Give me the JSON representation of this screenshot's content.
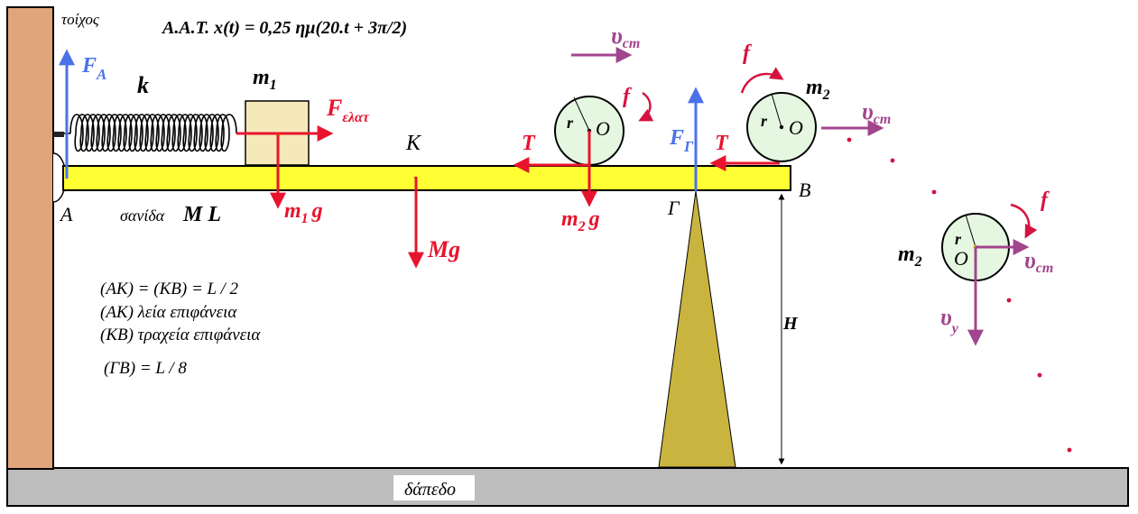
{
  "colors": {
    "wall": "#e1a57b",
    "floor": "#bdbdbd",
    "board": "#ffff33",
    "block": "#f6e9b9",
    "support": "#c9b43f",
    "disk": "#e6f7e1",
    "red": "#e8142d",
    "blue": "#4a72e8",
    "purple": "#a2458d",
    "magenta": "#d5123f"
  },
  "labels": {
    "wall": "τοίχος",
    "equation": "Α.Α.Τ.  x(t) = 0,25 ημ(20.t + 3π/2)",
    "FA_main": "F",
    "FA_sub": "A",
    "k": "k",
    "m1_main": "m",
    "m1_sub": "1",
    "Felat_main": "F",
    "Felat_sub": "ελατ",
    "K": "Κ",
    "A": "Α",
    "board_name": "σανίδα",
    "ML": "M L",
    "m1g_main": "m",
    "m1g_sub": "1",
    "m1g_tail": "g",
    "Mg": "Mg",
    "T1": "T",
    "T2": "T",
    "m2g_main": "m",
    "m2g_sub": "2",
    "m2g_tail": "g",
    "FG_main": "F",
    "FG_sub": "Γ",
    "Gamma": "Γ",
    "B": "Β",
    "H": "H",
    "r1": "r",
    "O1": "O",
    "r2": "r",
    "O2": "O",
    "r3": "r",
    "O3": "O",
    "vcm1_main": "υ",
    "vcm1_sub": "cm",
    "vcm2_main": "υ",
    "vcm2_sub": "cm",
    "vcm3_main": "υ",
    "vcm3_sub": "cm",
    "f1": "f",
    "f2": "f",
    "f3": "f",
    "m2a_main": "m",
    "m2a_sub": "2",
    "m2b_main": "m",
    "m2b_sub": "2",
    "vy_main": "υ",
    "vy_sub": "y",
    "note1": "(ΑΚ) = (ΚΒ) = L / 2",
    "note2": "(ΑΚ)  λεία επιφάνεια",
    "note3": "(ΚΒ)  τραχεία επιφάνεια",
    "note4": "(ΓΒ) = L / 8",
    "floor": "δάπεδο"
  }
}
